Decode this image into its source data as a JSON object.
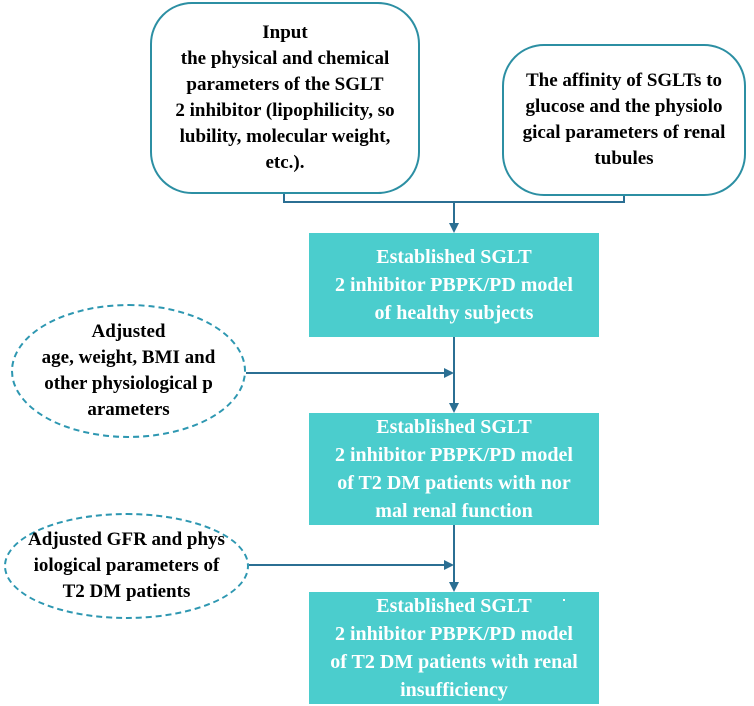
{
  "nodes": {
    "input_params": {
      "lines": [
        "Input",
        "the physical and chemical",
        "parameters of the SGLT",
        "2 inhibitor (lipophilicity, so",
        "lubility, molecular weight,",
        "etc.)."
      ]
    },
    "affinity": {
      "lines": [
        "The affinity of SGLTs to",
        "glucose and the physiolo",
        "gical parameters of renal",
        "tubules"
      ]
    },
    "model_healthy": {
      "lines": [
        "Established SGLT",
        "2 inhibitor PBPK/PD model",
        "of healthy subjects"
      ]
    },
    "model_t2dm_normal": {
      "lines": [
        "Established SGLT",
        "2 inhibitor PBPK/PD model",
        "of T2 DM patients with nor",
        "mal renal function"
      ]
    },
    "model_t2dm_renal": {
      "lines": [
        "Established SGLT",
        "2 inhibitor PBPK/PD model",
        "of T2 DM patients with renal",
        "insufficiency"
      ]
    },
    "adjust_age": {
      "lines": [
        "Adjusted",
        "age, weight, BMI and",
        "other physiological p",
        "arameters"
      ]
    },
    "adjust_gfr": {
      "lines": [
        "Adjusted GFR and phys",
        "iological parameters of",
        "T2 DM patients"
      ]
    }
  },
  "colors": {
    "box_fill": "#4bcdcd",
    "box_text": "#ffffff",
    "rounded_border": "#2c8fa3",
    "dashed_border": "#2d97b1",
    "arrow": "#2b6f93"
  }
}
